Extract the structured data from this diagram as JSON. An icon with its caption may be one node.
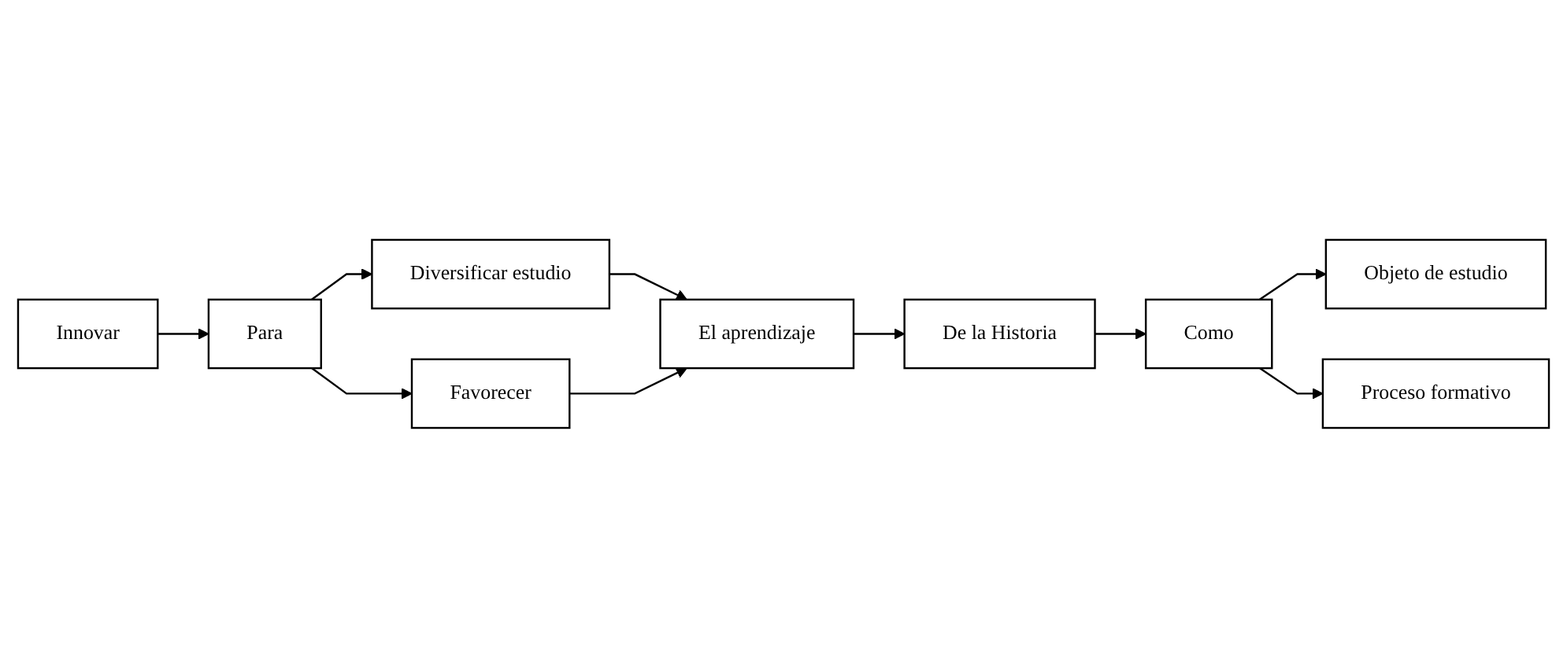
{
  "diagram": {
    "nodes": [
      {
        "text": [
          "Innovar"
        ]
      },
      {
        "text": [
          "Para"
        ]
      },
      {
        "text": [
          "Diversificar estudio"
        ]
      },
      {
        "text": [
          "Favorecer"
        ]
      },
      {
        "text": [
          "El aprendizaje"
        ]
      },
      {
        "text": [
          "De la Historia"
        ]
      },
      {
        "text": [
          "Como"
        ]
      },
      {
        "text": [
          "Objeto de estudio"
        ]
      },
      {
        "text": [
          "Proceso formativo"
        ]
      }
    ],
    "edges": [
      {
        "from": 0,
        "to": 1,
        "arrow": "to"
      },
      {
        "from": 1,
        "to": 2,
        "arrow": "to"
      },
      {
        "from": 1,
        "to": 3,
        "arrow": "to"
      },
      {
        "from": 2,
        "to": 4,
        "arrow": "to"
      },
      {
        "from": 3,
        "to": 4,
        "arrow": "to"
      },
      {
        "from": 4,
        "to": 5,
        "arrow": "to"
      },
      {
        "from": 5,
        "to": 6,
        "arrow": "to"
      },
      {
        "from": 6,
        "to": 7,
        "arrow": "to"
      },
      {
        "from": 6,
        "to": 8,
        "arrow": "to"
      }
    ]
  }
}
